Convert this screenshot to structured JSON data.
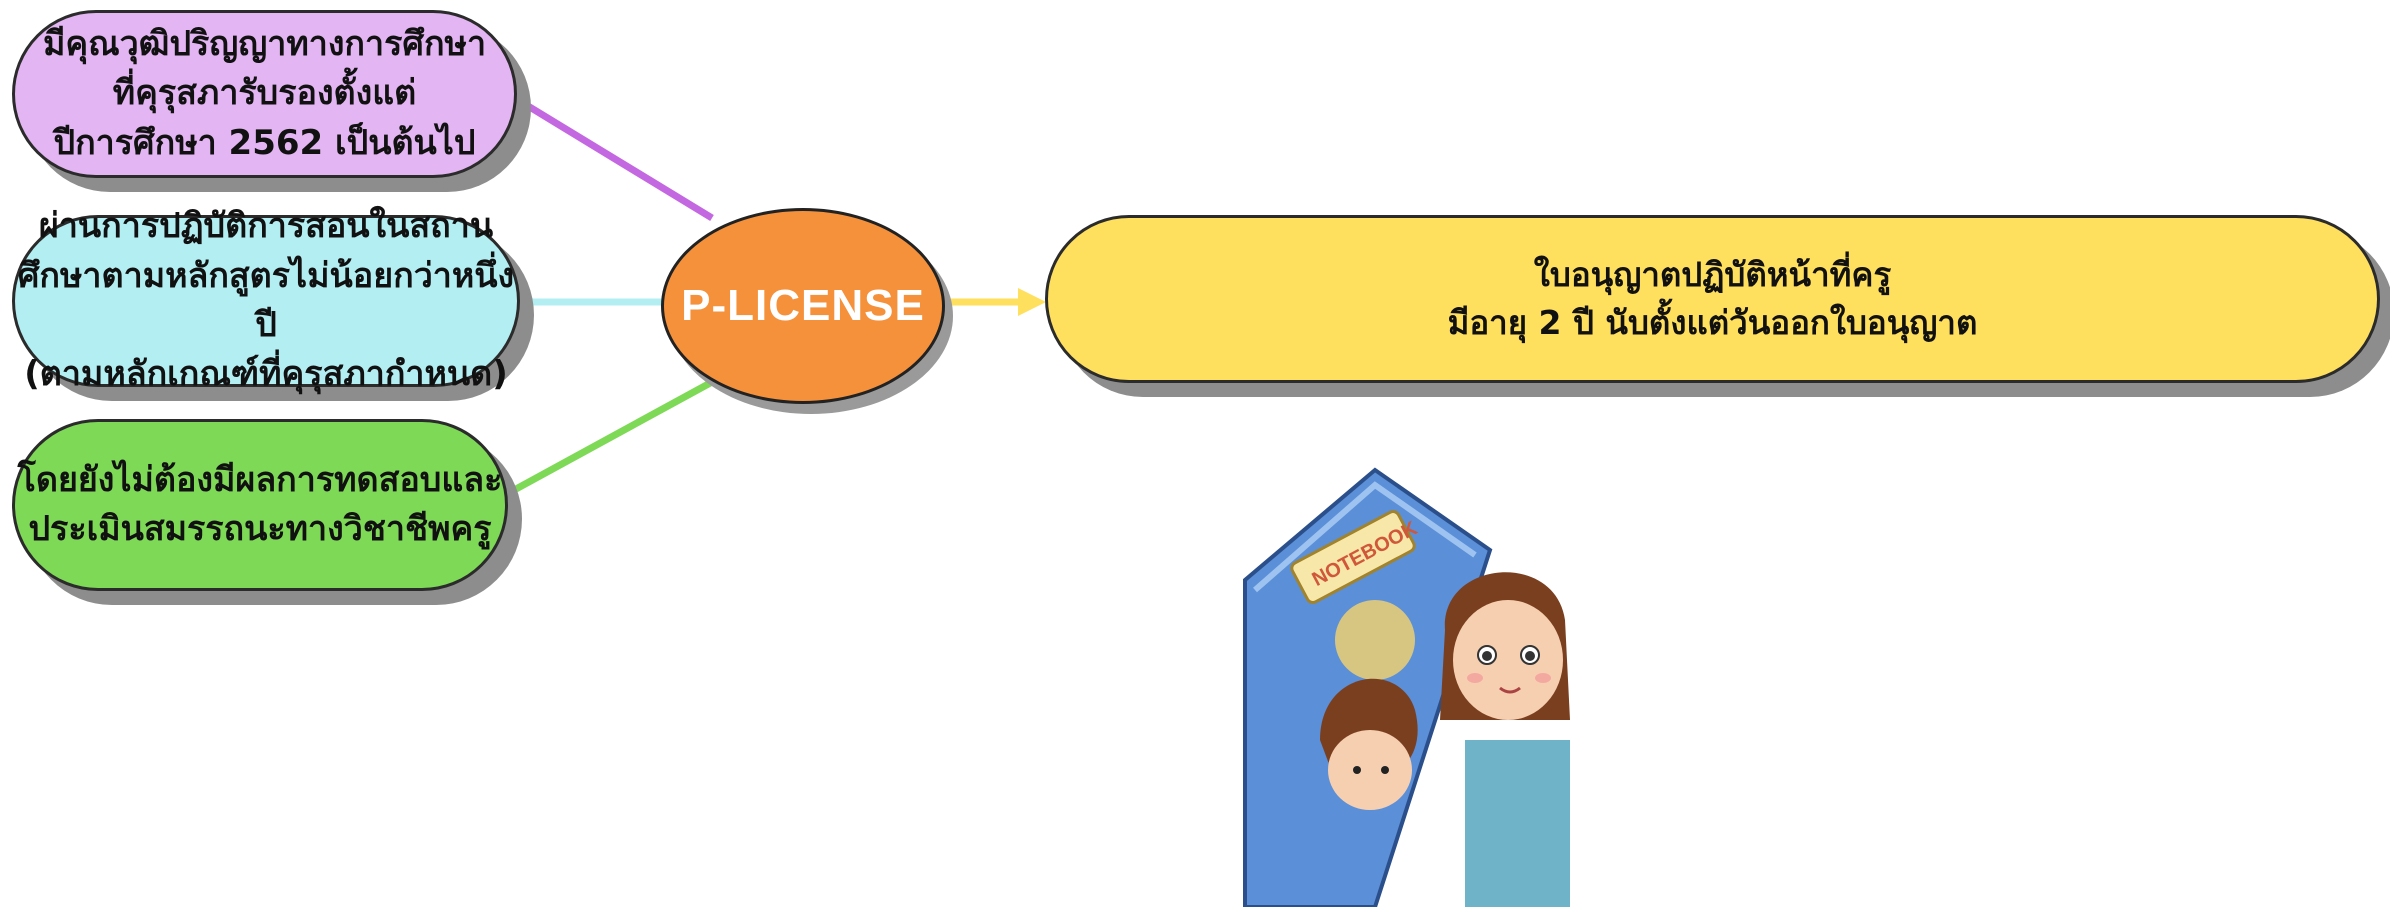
{
  "center": {
    "label": "P-LICENSE",
    "color": "#f5913b"
  },
  "criteria": [
    {
      "lines": [
        "มีคุณวุฒิปริญญาทางการศึกษา",
        "ที่คุรุสภารับรองตั้งแต่",
        "ปีการศึกษา 2562 เป็นต้นไป"
      ],
      "fill": "#e3b5f2",
      "connector_color": "#c368e0"
    },
    {
      "lines": [
        "ผ่านการปฏิบัติการสอนในสถาน",
        "ศึกษาตามหลักสูตรไม่น้อยกว่าหนึ่งปี",
        "(ตามหลักเกณฑ์ที่คุรุสภากำหนด)"
      ],
      "fill": "#b3eef3",
      "connector_color": "#b3eef3"
    },
    {
      "lines": [
        "โดยยังไม่ต้องมีผลการทดสอบและ",
        "ประเมินสมรรถนะทางวิชาชีพครู"
      ],
      "fill": "#7ed957",
      "connector_color": "#7ed957"
    }
  ],
  "result": {
    "lines": [
      "ใบอนุญาตปฏิบัติหน้าที่ครู",
      "มีอายุ 2 ปี นับตั้งแต่วันออกใบอนุญาต"
    ],
    "fill": "#ffdf5e",
    "arrow_color": "#ffdf5e"
  },
  "illustration": {
    "notebook_text": "NOTEBOOK"
  }
}
